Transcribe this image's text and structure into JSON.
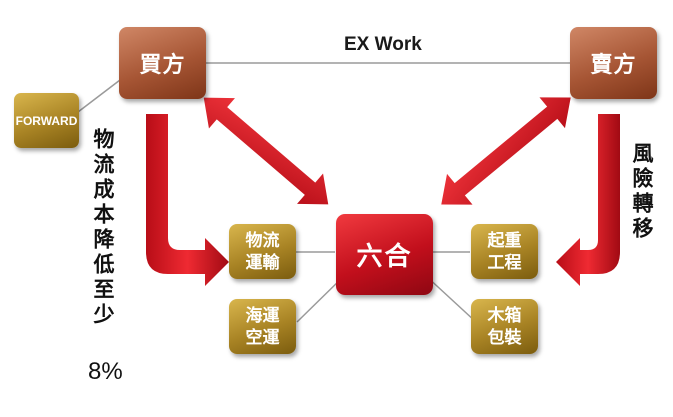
{
  "parties": {
    "buyer": "買方",
    "seller": "賣方"
  },
  "center": "六合",
  "exwork_label": "EX Work",
  "forward_label": "FORWARD",
  "services": {
    "logistics_line1": "物流",
    "logistics_line2": "運輸",
    "sea_line1": "海運",
    "sea_line2": "空運",
    "lifting_line1": "起重",
    "lifting_line2": "工程",
    "crating_line1": "木箱",
    "crating_line2": "包裝"
  },
  "left_note": "物流成本降低至少",
  "left_note_pct": "8%",
  "right_note": "風險轉移",
  "colors": {
    "arrow_red": "#d4151f",
    "party_brown": "#a65534",
    "service_gold": "#a88324",
    "center_red": "#c20f1c"
  }
}
